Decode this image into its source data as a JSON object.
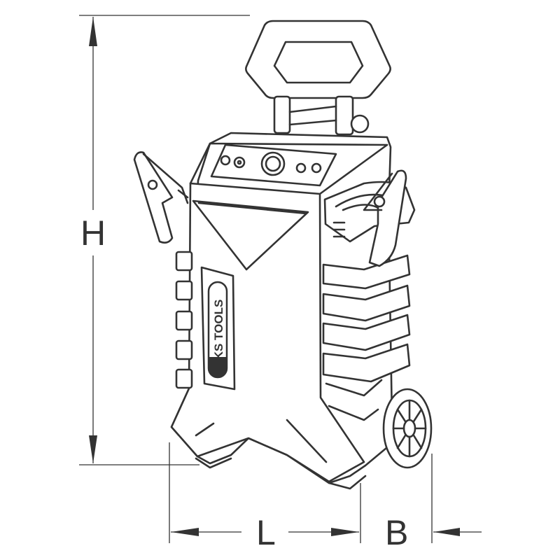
{
  "dimensions": {
    "height_label": "H",
    "length_label": "L",
    "width_label": "B"
  },
  "product": {
    "brand_logo": "KS TOOLS",
    "line_color": "#333333",
    "background": "#ffffff"
  }
}
